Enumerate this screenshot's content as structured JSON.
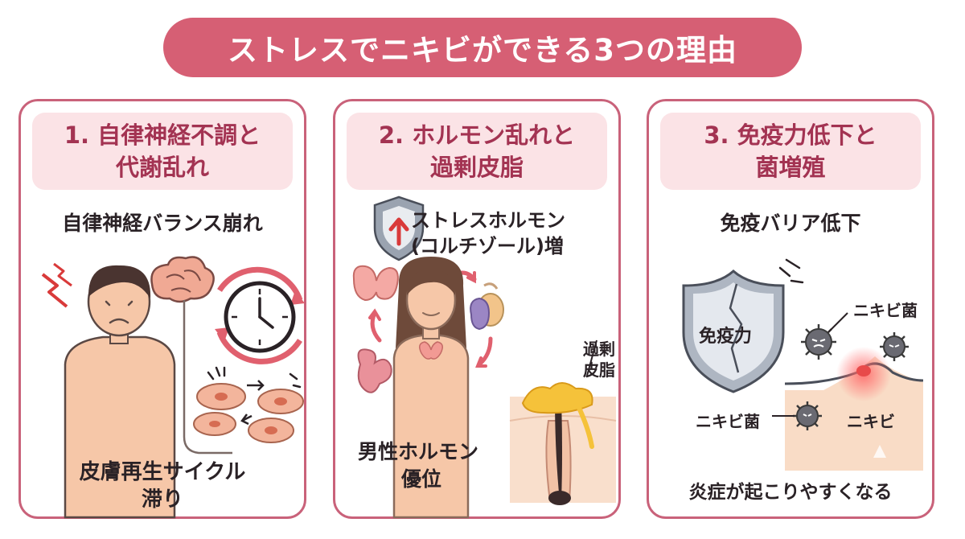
{
  "title": "ストレスでニキビができる3つの理由",
  "cards": [
    {
      "heading_line1": "1. 自律神経不調と",
      "heading_line2": "代謝乱れ",
      "subtitle": "自律神経バランス崩れ",
      "caption_line1": "皮膚再生サイクル",
      "caption_line2": "滞り",
      "icons": [
        "stress-spark-icon",
        "person-icon",
        "brain-icon",
        "clock-cycle-icon",
        "skin-cells-icon"
      ]
    },
    {
      "heading_line1": "2. ホルモン乱れと",
      "heading_line2": "過剰皮脂",
      "subtitle_line1": "ストレスホルモン",
      "subtitle_line2": "(コルチゾール)増",
      "caption_line1": "男性ホルモン",
      "caption_line2": "優位",
      "sebum_label_line1": "過剰",
      "sebum_label_line2": "皮脂",
      "icons": [
        "shield-up-arrow-icon",
        "woman-icon",
        "thyroid-icon",
        "adrenal-icon",
        "ovary-icon",
        "hair-follicle-icon"
      ]
    },
    {
      "heading_line1": "3. 免疫力低下と",
      "heading_line2": "菌増殖",
      "subtitle": "免疫バリア低下",
      "shield_label": "免疫力",
      "bacteria_label": "ニキビ菌",
      "acne_label": "ニキビ",
      "caption": "炎症が起こりやすくなる",
      "icons": [
        "cracked-shield-icon",
        "bacteria-icon",
        "acne-bump-icon"
      ]
    }
  ],
  "colors": {
    "title_bg": "#d65f74",
    "card_border": "#c9627a",
    "heading_bg": "#fbe3e6",
    "heading_text": "#a33352",
    "skin": "#f6c7a8"
  }
}
